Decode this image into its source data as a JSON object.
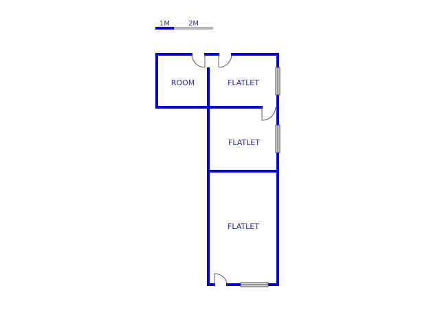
{
  "scale_bar": {
    "labels": [
      "1M",
      "2M"
    ],
    "color_primary": "#0a0ad2",
    "color_secondary": "#b4b4b4"
  },
  "colors": {
    "wall": "#0000dd",
    "text": "#2828b4",
    "fixture": "#555555",
    "window_fill": "#d8d8d8",
    "background": "#ffffff"
  },
  "rooms": [
    {
      "label": "ROOM"
    },
    {
      "label": "FLATLET"
    },
    {
      "label": "FLATLET"
    },
    {
      "label": "FLATLET"
    }
  ]
}
